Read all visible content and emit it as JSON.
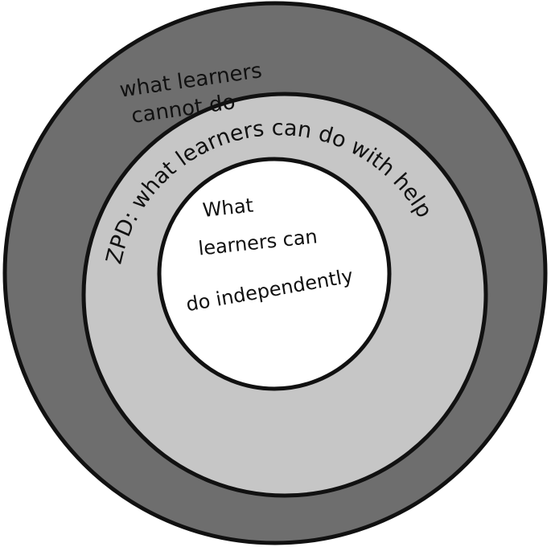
{
  "diagram": {
    "outer_label_line1": "what learners",
    "outer_label_line2": "cannot do",
    "middle_label": "ZPD: what learners can do with help",
    "inner_label_line1": "What",
    "inner_label_line2": "learners can",
    "inner_label_line3": "do independently",
    "colors": {
      "outer_ring": "#6e6e6e",
      "middle_ring": "#c6c6c6",
      "inner_circle": "#ffffff",
      "outline": "#111111"
    }
  }
}
